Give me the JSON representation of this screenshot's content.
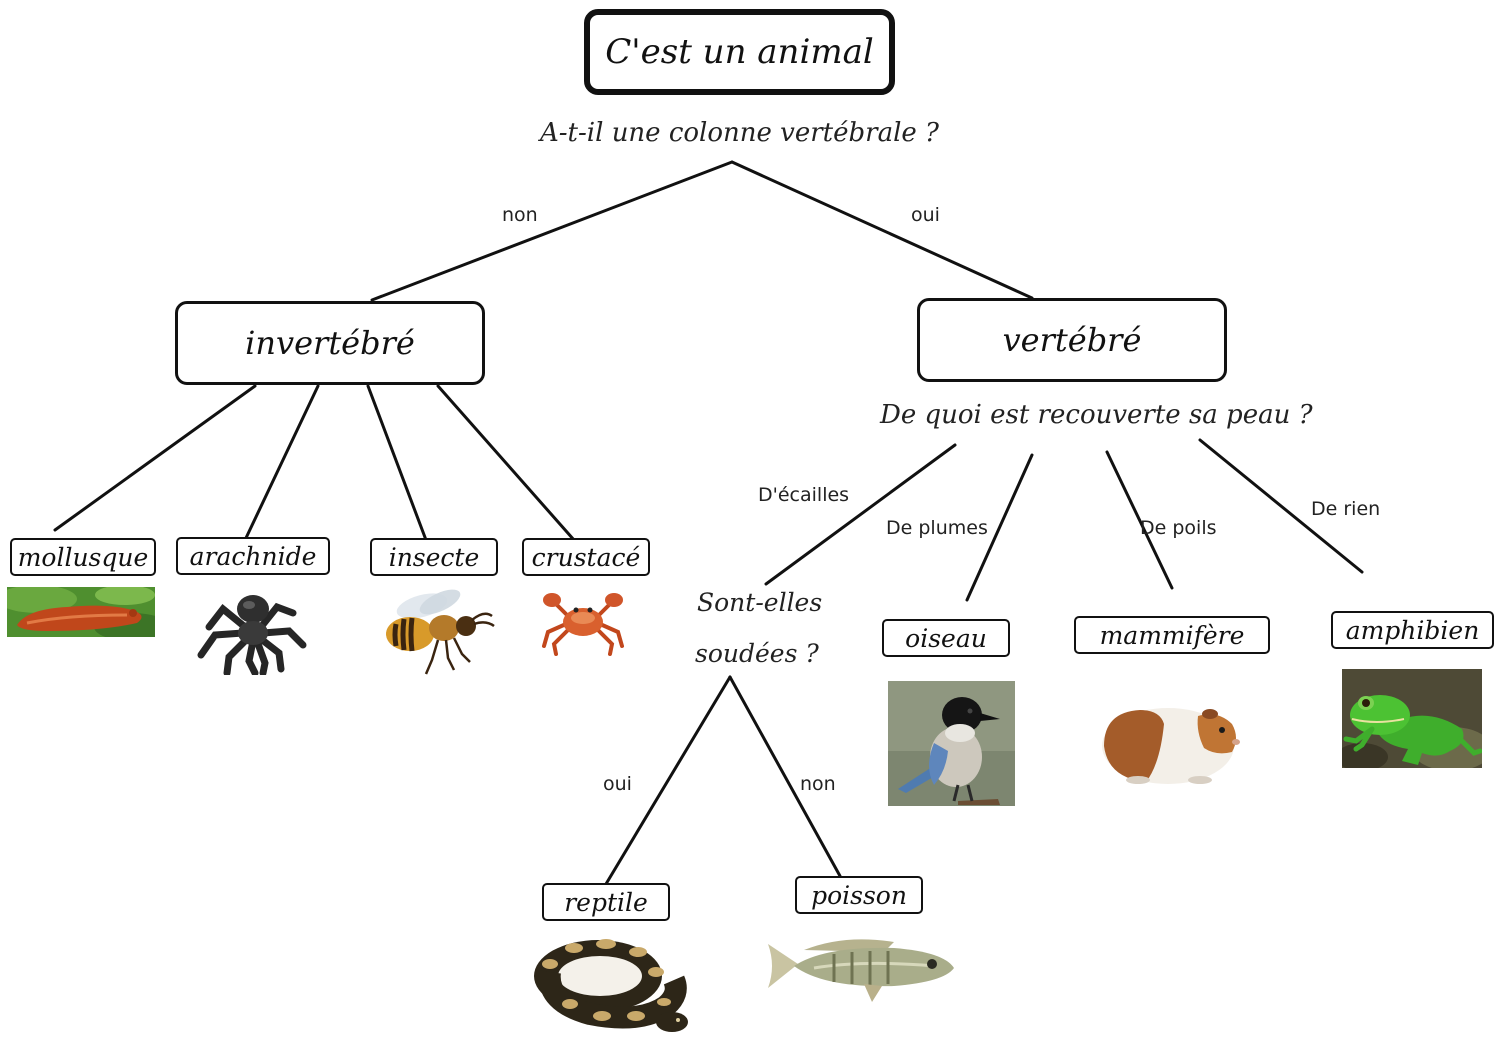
{
  "root": {
    "label": "C'est un animal"
  },
  "questions": {
    "spine": "A-t-il une colonne vertébrale ?",
    "skin": "De quoi est recouverte sa peau ?",
    "fused_line1": "Sont-elles",
    "fused_line2": "soudées ?"
  },
  "edges": {
    "spine_no": "non",
    "spine_yes": "oui",
    "scales": "D'écailles",
    "feathers": "De plumes",
    "hair": "De poils",
    "nothing": "De rien",
    "fused_yes": "oui",
    "fused_no": "non"
  },
  "groups": {
    "invertebrate": "invertébré",
    "vertebrate": "vertébré"
  },
  "leaves": {
    "mollusc": "mollusque",
    "arachnid": "arachnide",
    "insect": "insecte",
    "crustacean": "crustacé",
    "bird": "oiseau",
    "mammal": "mammifère",
    "amphibian": "amphibien",
    "reptile": "reptile",
    "fish": "poisson"
  },
  "pictures": [
    "slug-photo",
    "tarantula-photo",
    "bee-photo",
    "crab-photo",
    "magpie-photo",
    "guinea-pig-photo",
    "frog-photo",
    "python-photo",
    "cichlid-photo"
  ],
  "colors": {
    "line": "#111111",
    "background": "#ffffff"
  }
}
